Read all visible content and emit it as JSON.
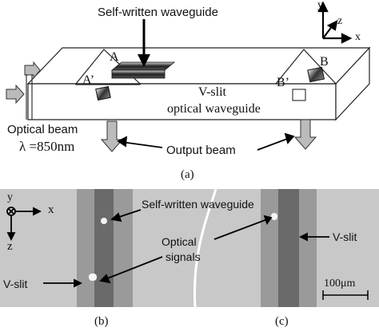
{
  "panel_a": {
    "top_label": "Self-written waveguide",
    "label_A": "A",
    "label_A_prime": "A’",
    "label_B": "B",
    "label_B_prime": "B’",
    "slit_line1": "V-slit",
    "slit_line2": "optical waveguide",
    "beam_line1": "Optical beam",
    "beam_line2": "λ =850nm",
    "output_label": "Output beam",
    "caption": "(a)",
    "axis_y": "y",
    "axis_z": "z",
    "axis_x": "x"
  },
  "panel_bc": {
    "axis_y": "y",
    "axis_x": "x",
    "axis_z": "z",
    "waveguide_label": "Self-written waveguide",
    "signals_line1": "Optical",
    "signals_line2": "signals",
    "vslit_left": "V-slit",
    "vslit_right": "V-slit",
    "scale_label": "100μm",
    "caption_b": "(b)",
    "caption_c": "(c)"
  },
  "colors": {
    "arrow_fill": "#b8b8b8",
    "slit_band": "#6f6f6f",
    "micrograph_bg": "#c9c9c9"
  }
}
